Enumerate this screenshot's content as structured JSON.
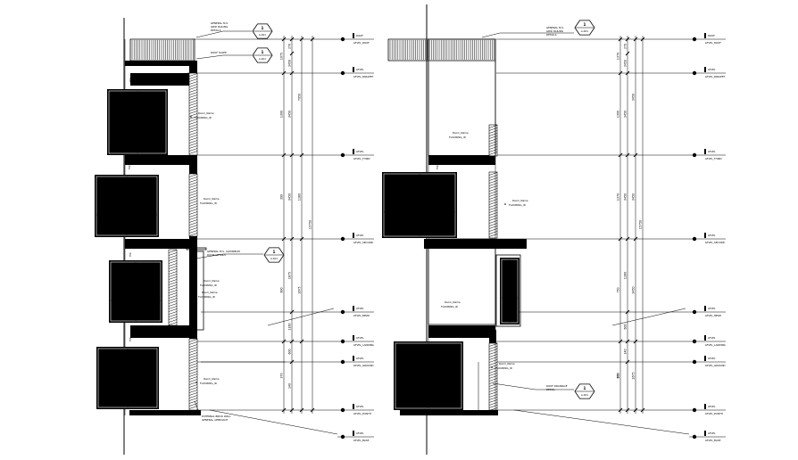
{
  "sections": [
    {
      "level_markers": [
        {
          "name": "ROOF",
          "ref": "LEVEL_ROOF"
        },
        {
          "name": "LEVEL",
          "ref": "LEVEL_PARAPET"
        },
        {
          "name": "LEVEL",
          "ref": "LEVEL_THIRD"
        },
        {
          "name": "LEVEL",
          "ref": "LEVEL_SECOND"
        },
        {
          "name": "LEVEL",
          "ref": "LEVEL_MEZZ"
        },
        {
          "name": "LEVEL",
          "ref": "LEVEL_LANDING"
        },
        {
          "name": "LEVEL",
          "ref": "LEVEL_GROUND"
        },
        {
          "name": "LEVEL",
          "ref": "LEVEL_PLINTH"
        },
        {
          "name": "LEVEL",
          "ref": "LEVEL_BASE"
        }
      ],
      "room_labels": [
        {
          "name": "Room_Name",
          "code": "FLOORING_ID"
        },
        {
          "name": "Room_Name",
          "code": "FLOORING_ID"
        },
        {
          "name": "Room_Name",
          "code": "FLOORING_ID"
        },
        {
          "name": "Room_Name",
          "code": "FLOORING_ID"
        },
        {
          "name": "Room_Name",
          "code": "FLOORING_ID"
        }
      ],
      "callouts": [
        {
          "text": [
            "GENERAL M.S.",
            "GRID RAILING",
            "DETAILS"
          ],
          "num": "1",
          "sheet": "A-401"
        },
        {
          "text": [
            "ROOF SLOPE"
          ],
          "num": "1",
          "sheet": "A-401"
        },
        {
          "text": [
            "GENERAL M.S. ALUMINIUM",
            "DOOR DETAILS"
          ],
          "num": "1",
          "sheet": "A-401"
        }
      ],
      "bottom_note": [
        "EXTERNAL BRICK WALL",
        "GENERAL APPROACH"
      ],
      "dimensions": {
        "outer": [
          "15750"
        ],
        "mid": [
          "7950",
          "1160",
          "1675"
        ],
        "inner": [
          "270",
          "3450",
          "3450",
          "3450",
          "1675",
          "1160",
          "600",
          "140"
        ],
        "extra": [
          "1075",
          "1300",
          "390",
          "600",
          "370"
        ],
        "window_marks": [
          "750",
          "750",
          "750",
          "750"
        ]
      }
    },
    {
      "level_markers": [
        {
          "name": "ROOF",
          "ref": "LEVEL_ROOF"
        },
        {
          "name": "LEVEL",
          "ref": "LEVEL_PARAPET"
        },
        {
          "name": "LEVEL",
          "ref": "LEVEL_THIRD"
        },
        {
          "name": "LEVEL",
          "ref": "LEVEL_SECOND"
        },
        {
          "name": "LEVEL",
          "ref": "LEVEL_MEZZ"
        },
        {
          "name": "LEVEL",
          "ref": "LEVEL_LANDING"
        },
        {
          "name": "LEVEL",
          "ref": "LEVEL_GROUND"
        },
        {
          "name": "LEVEL",
          "ref": "LEVEL_PLINTH"
        },
        {
          "name": "LEVEL",
          "ref": "LEVEL_BASE"
        }
      ],
      "room_labels": [
        {
          "name": "Room_Name",
          "code": "FLOORING_ID"
        },
        {
          "name": "Room_Name",
          "code": "FLOORING_ID"
        },
        {
          "name": "Room_Name",
          "code": "FLOORING_ID"
        },
        {
          "name": "Room_Name",
          "code": "FLOORING_ID"
        }
      ],
      "callouts": [
        {
          "text": [
            "GENERAL M.S.",
            "GRID RAILING",
            "DETAILS"
          ],
          "num": "1",
          "sheet": "A-401"
        },
        {
          "text": [
            "ROOF DRAINAGE",
            "DETAIL"
          ],
          "num": "1",
          "sheet": "A-401"
        }
      ],
      "dimensions": {
        "outer": [
          "15750"
        ],
        "mid": [
          "3450",
          "3450",
          "3450",
          "1675"
        ],
        "inner": [
          "270",
          "3450",
          "3450",
          "3450",
          "1160",
          "600",
          "140"
        ],
        "extra": [
          "1370",
          "1300",
          "1370",
          "750",
          "600",
          "370"
        ],
        "window_marks": [
          "750"
        ]
      }
    }
  ]
}
